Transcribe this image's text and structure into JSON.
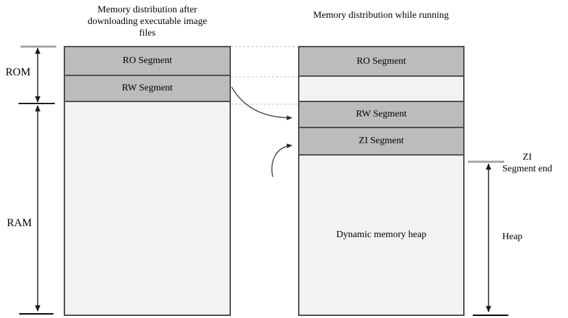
{
  "colors": {
    "segment_dark": "#bcbcbc",
    "segment_light": "#f2f2f2",
    "border": "#4d4d4d",
    "tick_gray": "#a3a3a3",
    "measure_arrow": "#595959",
    "dashed_link": "#cfcfcf"
  },
  "left_column": {
    "title": "Memory distribution after downloading executable image files",
    "segments": [
      {
        "label": "RO Segment"
      },
      {
        "label": "RW Segment"
      },
      {
        "label": ""
      }
    ]
  },
  "right_column": {
    "title": "Memory distribution while running",
    "segments": [
      {
        "label": "RO Segment"
      },
      {
        "label": ""
      },
      {
        "label": "RW Segment"
      },
      {
        "label": "ZI Segment"
      },
      {
        "label": "Dynamic memory heap"
      }
    ]
  },
  "labels": {
    "rom": "ROM",
    "ram": "RAM",
    "zi_end_line1": "ZI",
    "zi_end_line2": "Segment end",
    "heap": "Heap"
  }
}
